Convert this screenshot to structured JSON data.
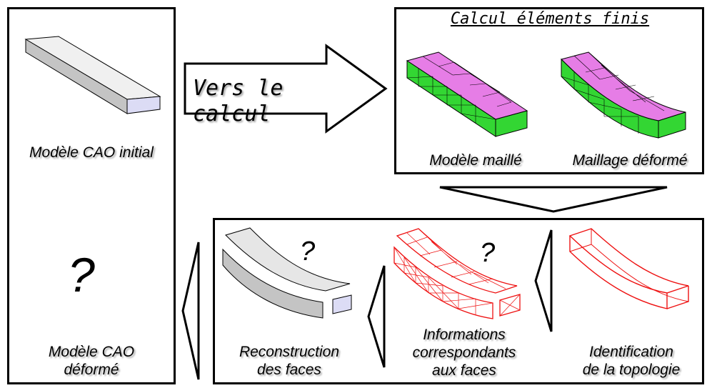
{
  "left_panel": {
    "initial_label": "Modèle CAO initial",
    "question": "?",
    "deformed_label": "Modèle CAO\ndéformé"
  },
  "arrow_label": "Vers le calcul",
  "fem_panel": {
    "title": "Calcul éléments finis",
    "meshed_label": "Modèle maillé",
    "deformed_mesh_label": "Maillage déformé"
  },
  "bottom_panel": {
    "reconstruction_label": "Reconstruction\ndes faces",
    "reconstruction_question": "?",
    "info_label": "Informations\ncorrespondants\naux faces",
    "info_question": "?",
    "topology_label": "Identification\nde la topologie"
  },
  "colors": {
    "mesh_top": "#e67de6",
    "mesh_side": "#33d633",
    "topology_red": "#ee1111",
    "solid_gray": "#c9c9c9",
    "end_face": "#dcdcf5"
  }
}
